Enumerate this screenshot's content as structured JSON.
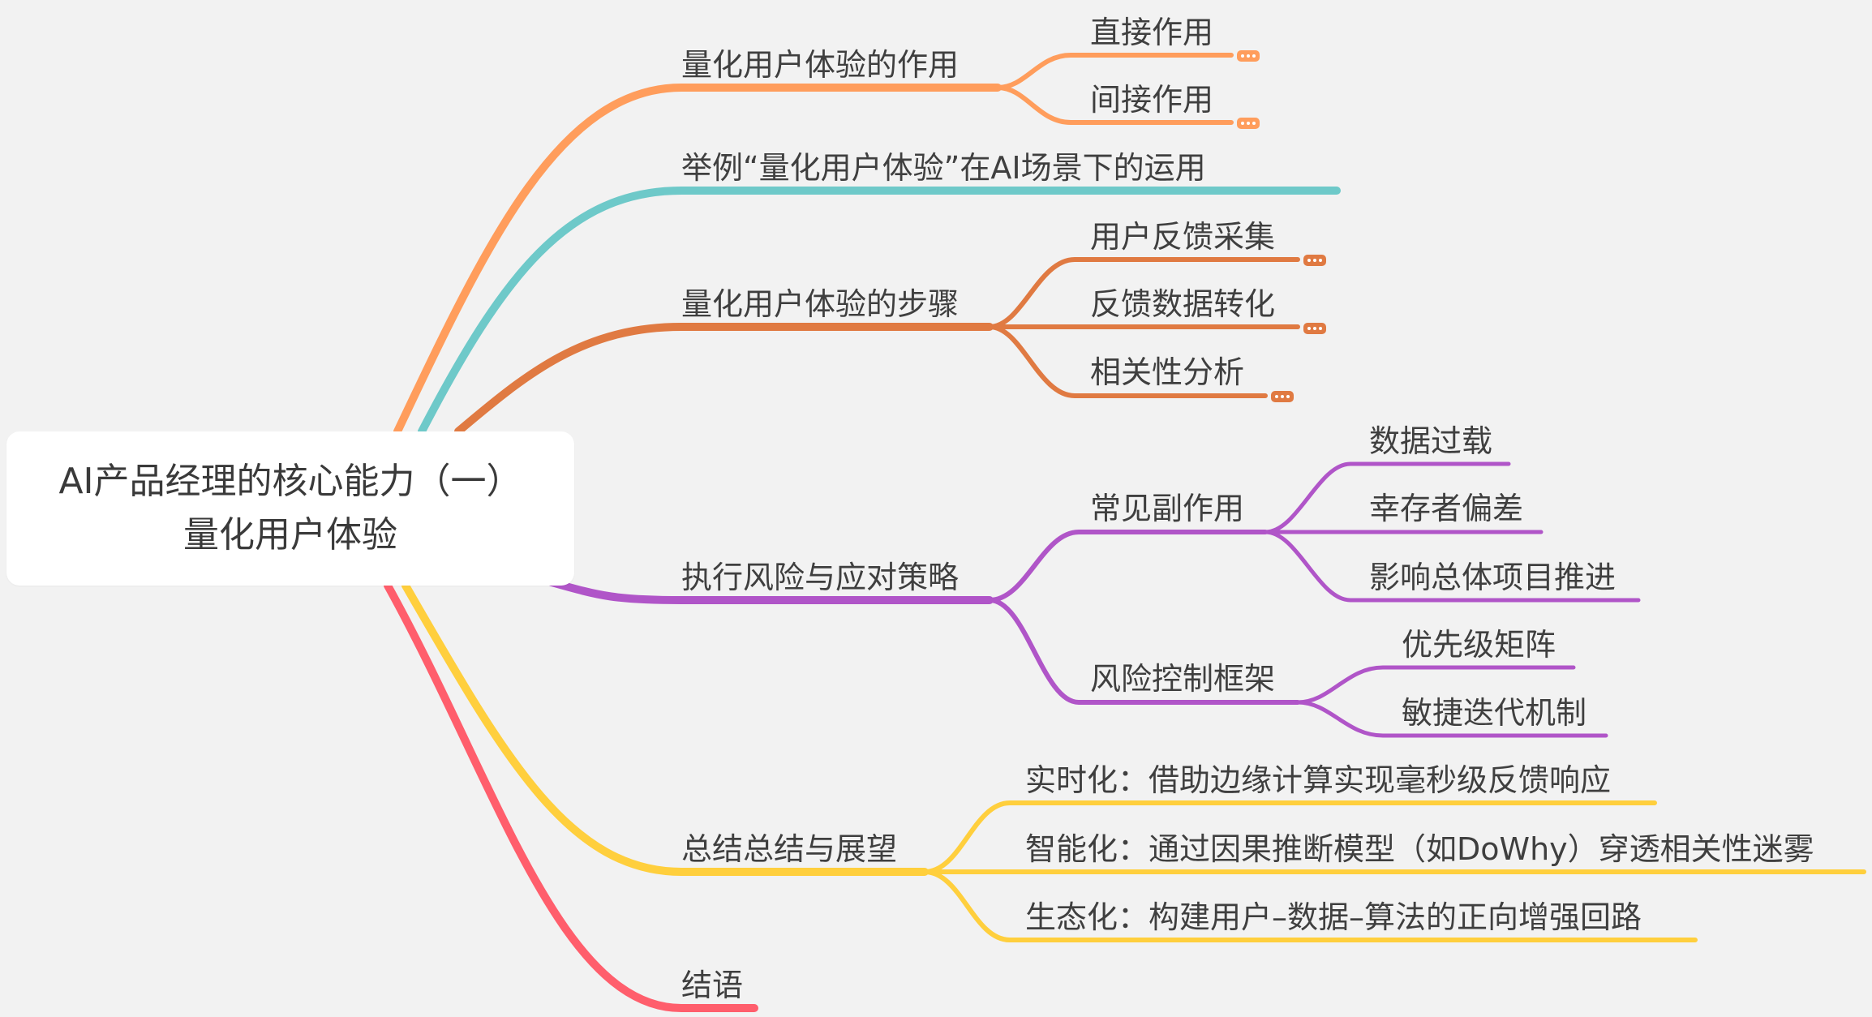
{
  "root": {
    "title_line1": "AI产品经理的核心能力（一）",
    "title_line2": "量化用户体验"
  },
  "colors": {
    "background": "#f2f2f2",
    "branch1": "#ff9d5c",
    "branch2": "#6ec9c9",
    "branch3": "#e07a42",
    "branch4": "#b055c8",
    "branch5": "#ffcf3d",
    "branch6": "#ff5e6c"
  },
  "branches": [
    {
      "label": "量化用户体验的作用",
      "children": [
        {
          "label": "直接作用",
          "collapsed": true
        },
        {
          "label": "间接作用",
          "collapsed": true
        }
      ]
    },
    {
      "label": "举例“量化用户体验”在AI场景下的运用",
      "children": []
    },
    {
      "label": "量化用户体验的步骤",
      "children": [
        {
          "label": "用户反馈采集",
          "collapsed": true
        },
        {
          "label": "反馈数据转化",
          "collapsed": true
        },
        {
          "label": "相关性分析",
          "collapsed": true
        }
      ]
    },
    {
      "label": "执行风险与应对策略",
      "children": [
        {
          "label": "常见副作用",
          "children": [
            {
              "label": "数据过载"
            },
            {
              "label": "幸存者偏差"
            },
            {
              "label": "影响总体项目推进"
            }
          ]
        },
        {
          "label": "风险控制框架",
          "children": [
            {
              "label": "优先级矩阵"
            },
            {
              "label": "敏捷迭代机制"
            }
          ]
        }
      ]
    },
    {
      "label": "总结总结与展望",
      "children": [
        {
          "label": "实时化：借助边缘计算实现毫秒级反馈响应"
        },
        {
          "label": "智能化：通过因果推断模型（如DoWhy）穿透相关性迷雾"
        },
        {
          "label": "生态化：构建用户–数据–算法的正向增强回路"
        }
      ]
    },
    {
      "label": "结语",
      "children": []
    }
  ]
}
